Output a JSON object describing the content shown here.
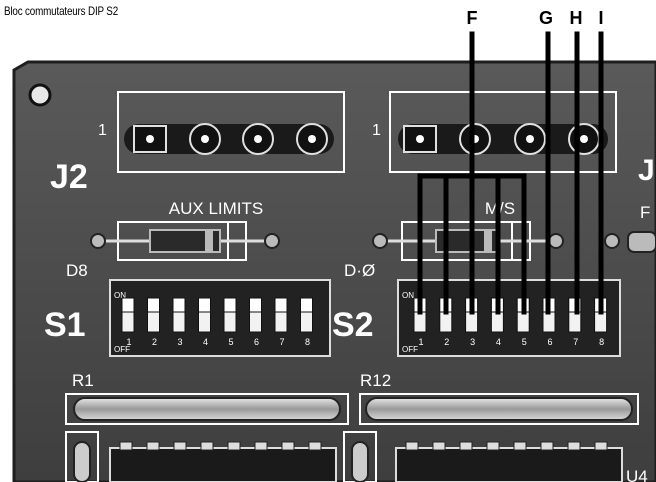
{
  "caption": "Bloc commutateurs DIP S2",
  "callouts": [
    "F",
    "G",
    "H",
    "I"
  ],
  "board": {
    "headers": {
      "j2": {
        "label": "J2",
        "pin1": "1"
      },
      "j3": {
        "label": "J",
        "pin1": "1"
      }
    },
    "diodes": {
      "d8": {
        "label": "D8",
        "function": "AUX LIMITS"
      },
      "d10": {
        "label": "D·Ø",
        "function": "M/S"
      },
      "edge": {
        "label": "F"
      }
    },
    "switches": {
      "s1": {
        "label": "S1",
        "on": "ON",
        "off": "OFF",
        "numbers": [
          "1",
          "2",
          "3",
          "4",
          "5",
          "6",
          "7",
          "8"
        ]
      },
      "s2": {
        "label": "S2",
        "on": "ON",
        "off": "OFF",
        "numbers": [
          "1",
          "2",
          "3",
          "4",
          "5",
          "6",
          "7",
          "8"
        ]
      }
    },
    "resistors": {
      "r11": {
        "label": "R1"
      },
      "r12": {
        "label": "R12"
      }
    },
    "chip": {
      "label": "U4"
    }
  },
  "colors": {
    "board": "#4a4a4a",
    "board_edge": "#2a2a2a",
    "silkscreen": "#ffffff",
    "component": "#c8c8c8",
    "background": "#ffffff"
  }
}
